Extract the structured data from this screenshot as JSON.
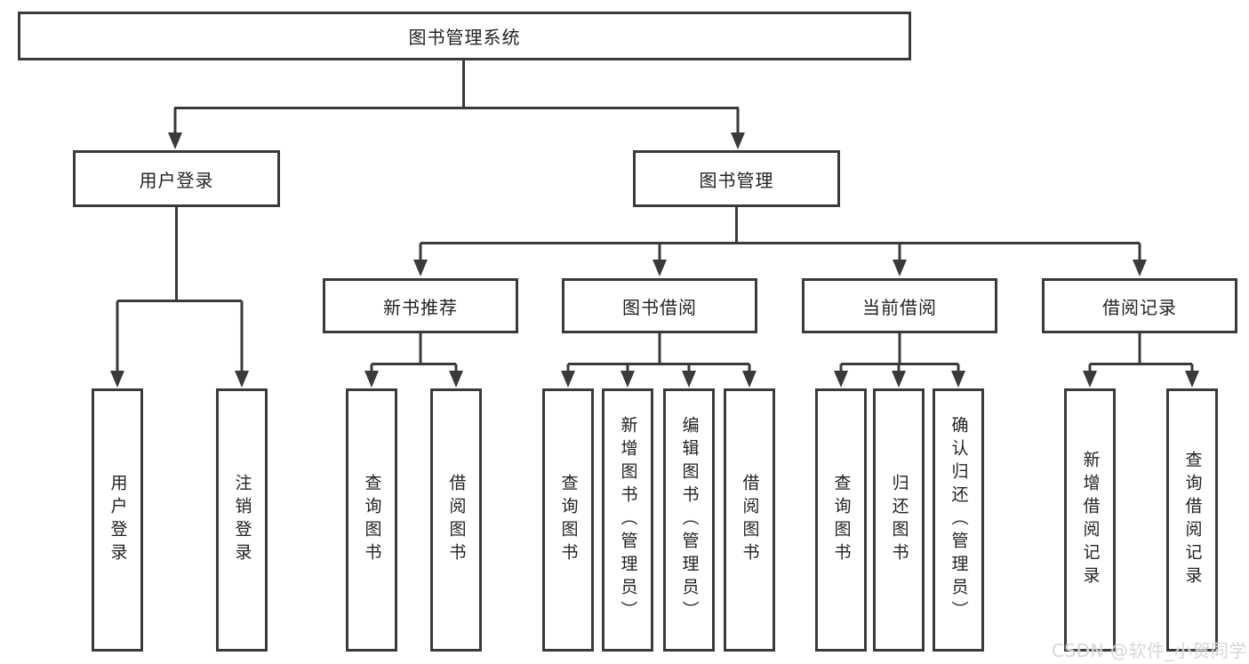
{
  "diagram": {
    "root": {
      "label": "图书管理系统"
    },
    "branches": [
      {
        "label": "用户登录",
        "leaves": [
          "用户登录",
          "注销登录"
        ]
      },
      {
        "label": "图书管理",
        "sections": [
          {
            "label": "新书推荐",
            "leaves": [
              "查询图书",
              "借阅图书"
            ]
          },
          {
            "label": "图书借阅",
            "leaves": [
              "查询图书",
              "新增图书（管理员）",
              "编辑图书（管理员）",
              "借阅图书"
            ]
          },
          {
            "label": "当前借阅",
            "leaves": [
              "查询图书",
              "归还图书",
              "确认归还（管理员）"
            ]
          },
          {
            "label": "借阅记录",
            "leaves": [
              "新增借阅记录",
              "查询借阅记录"
            ]
          }
        ]
      }
    ]
  },
  "watermark": {
    "text": "CSDN @软件_小贺同学"
  },
  "colors": {
    "line": "#3a3a3a",
    "text": "#232323",
    "background": "#ffffff",
    "watermark": "#d7d7d7"
  }
}
